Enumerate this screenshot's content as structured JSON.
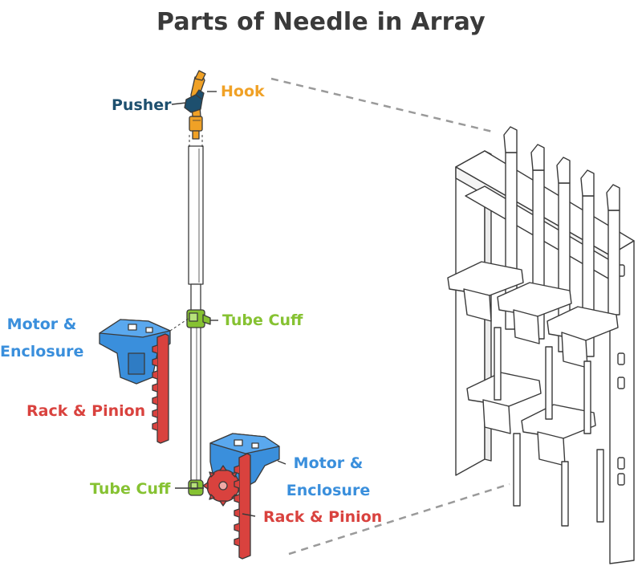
{
  "title": "Parts of Needle in Array",
  "labels": {
    "pusher": "Pusher",
    "hook": "Hook",
    "tube_cuff_top": "Tube Cuff",
    "motor_top_line1": "Motor &",
    "motor_top_line2": "Enclosure",
    "rack_top": "Rack & Pinion",
    "tube_cuff_bottom": "Tube Cuff",
    "motor_bottom_line1": "Motor &",
    "motor_bottom_line2": "Enclosure",
    "rack_bottom": "Rack & Pinion"
  },
  "colors": {
    "pusher": "#1d4f6e",
    "hook": "#f0a126",
    "tube_cuff": "#86c232",
    "motor": "#3a8fdc",
    "rack": "#d9423e",
    "title": "#3a3a3a",
    "line": "#3a3a3a"
  }
}
